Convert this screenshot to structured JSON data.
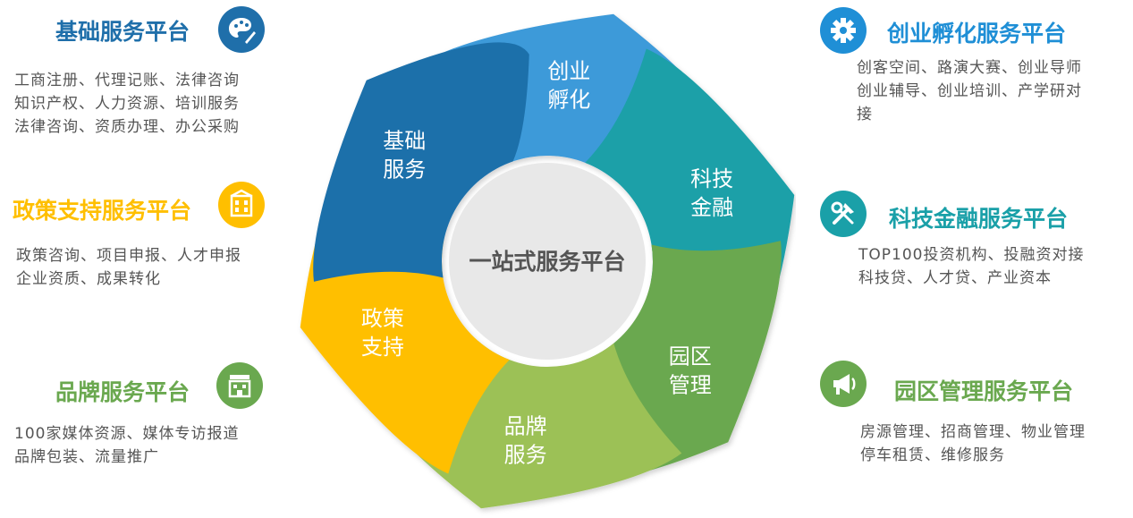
{
  "center_title": "一站式服务平台",
  "segments": [
    {
      "line1": "创业",
      "line2": "孵化",
      "color": "#3d9ad9"
    },
    {
      "line1": "科技",
      "line2": "金融",
      "color": "#1aa0a8"
    },
    {
      "line1": "园区",
      "line2": "管理",
      "color": "#6aa84f"
    },
    {
      "line1": "品牌",
      "line2": "服务",
      "color": "#9cc156"
    },
    {
      "line1": "政策",
      "line2": "支持",
      "color": "#ffbf00"
    },
    {
      "line1": "基础",
      "line2": "服务",
      "color": "#1f6faa"
    }
  ],
  "left": [
    {
      "title": "基础服务平台",
      "color": "#1f6faa",
      "icon": "palette-icon",
      "lines": [
        "工商注册、代理记账、法律咨询",
        "知识产权、人力资源、培训服务",
        "法律咨询、资质办理、办公采购"
      ]
    },
    {
      "title": "政策支持服务平台",
      "color": "#ffbf00",
      "icon": "building-icon",
      "lines": [
        "政策咨询、项目申报、人才申报",
        "企业资质、成果转化"
      ]
    },
    {
      "title": "品牌服务平台",
      "color": "#6aa84f",
      "icon": "shop-icon",
      "lines": [
        "100家媒体资源、媒体专访报道",
        "品牌包装、流量推广"
      ]
    }
  ],
  "right": [
    {
      "title": "创业孵化服务平台",
      "color": "#1f8fd6",
      "icon": "gear-icon",
      "lines": [
        "创客空间、路演大赛、创业导师",
        "创业辅导、创业培训、产学研对",
        "接"
      ]
    },
    {
      "title": "科技金融服务平台",
      "color": "#1aa0a8",
      "icon": "tools-icon",
      "lines": [
        "TOP100投资机构、投融资对接",
        "科技贷、人才贷、产业资本"
      ]
    },
    {
      "title": "园区管理服务平台",
      "color": "#6aa84f",
      "icon": "megaphone-icon",
      "lines": [
        "房源管理、招商管理、物业管理",
        "停车租赁、维修服务"
      ]
    }
  ]
}
